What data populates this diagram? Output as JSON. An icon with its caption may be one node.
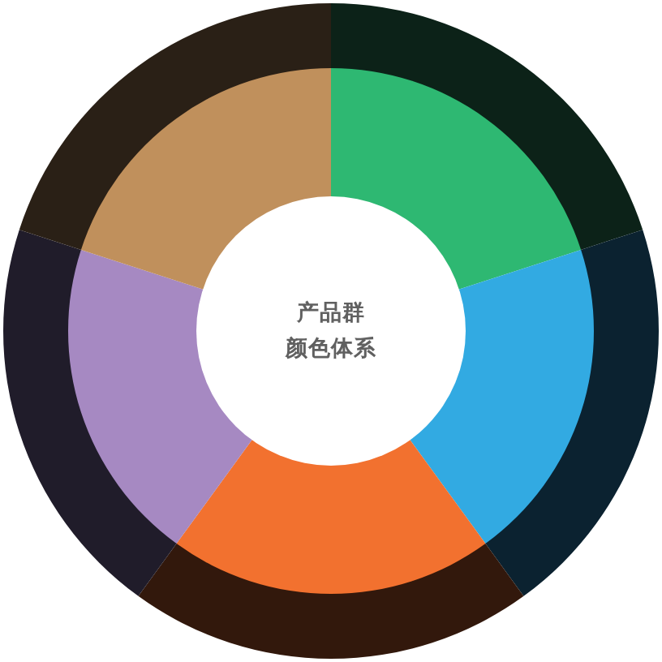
{
  "diagram": {
    "nodes": [
      {
        "text": [
          "产品群颜色体系"
        ]
      },
      {
        "text": [],
        "shape": "segment"
      },
      {
        "text": [],
        "shape": "segment"
      },
      {
        "text": [],
        "shape": "segment"
      },
      {
        "text": [],
        "shape": "segment"
      },
      {
        "text": [],
        "shape": "segment"
      },
      {
        "text": [],
        "shape": "segment"
      },
      {
        "text": [],
        "shape": "segment"
      },
      {
        "text": [],
        "shape": "segment"
      },
      {
        "text": [],
        "shape": "segment"
      },
      {
        "text": [],
        "shape": "segment"
      }
    ]
  }
}
